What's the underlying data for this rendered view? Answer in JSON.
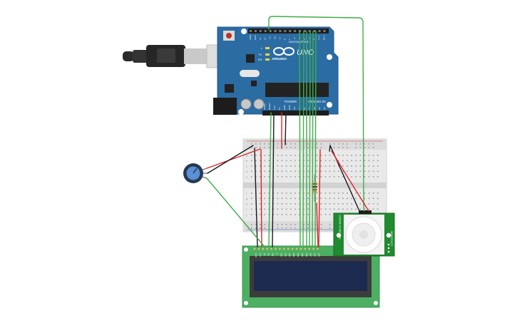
{
  "arduino": {
    "logo_text": "UNO",
    "brand": "ARDUINO",
    "digital_header": "DIGITAL (PWM~)",
    "power_header": "POWER",
    "analog_header": "ANALOG IN",
    "led_labels": [
      "L",
      "TX",
      "RX"
    ],
    "top_pins": [
      "AREF",
      "GND",
      "13",
      "12",
      "~11",
      "~10",
      "~9",
      "8",
      "7",
      "~6",
      "~5",
      "4",
      "~3",
      "2",
      "TX 1",
      "RX 0"
    ],
    "bottom_pins": [
      "IOREF",
      "RESET",
      "3.3V",
      "5V",
      "GND",
      "GND",
      "Vin",
      "A0",
      "A1",
      "A2",
      "A3",
      "A4",
      "A5"
    ]
  },
  "pir": {
    "label_left": "TIME DELAY ADJUST",
    "label_right": "SENSITIVITY",
    "pin_labels": [
      "-",
      "OUT",
      "+"
    ]
  },
  "lcd": {
    "pin_labels": [
      "GND",
      "VCC",
      "V0",
      "RS",
      "RW",
      "E",
      "DB0",
      "DB1",
      "DB2",
      "DB3",
      "DB4",
      "DB5",
      "DB6",
      "DB7",
      "LED",
      "LED"
    ]
  },
  "breadboard": {
    "row_letters_top": [
      "a",
      "b",
      "c",
      "d",
      "e"
    ],
    "row_letters_bottom": [
      "f",
      "g",
      "h",
      "i",
      "j"
    ]
  },
  "colors": {
    "board_blue": "#2b6ca3",
    "wire_green": "#3fae49",
    "wire_red": "#d9262b",
    "wire_black": "#1a1a1a",
    "lcd_green": "#4caf62",
    "lcd_screen": "#1d2a4f",
    "pir_green": "#1f8a2f"
  }
}
